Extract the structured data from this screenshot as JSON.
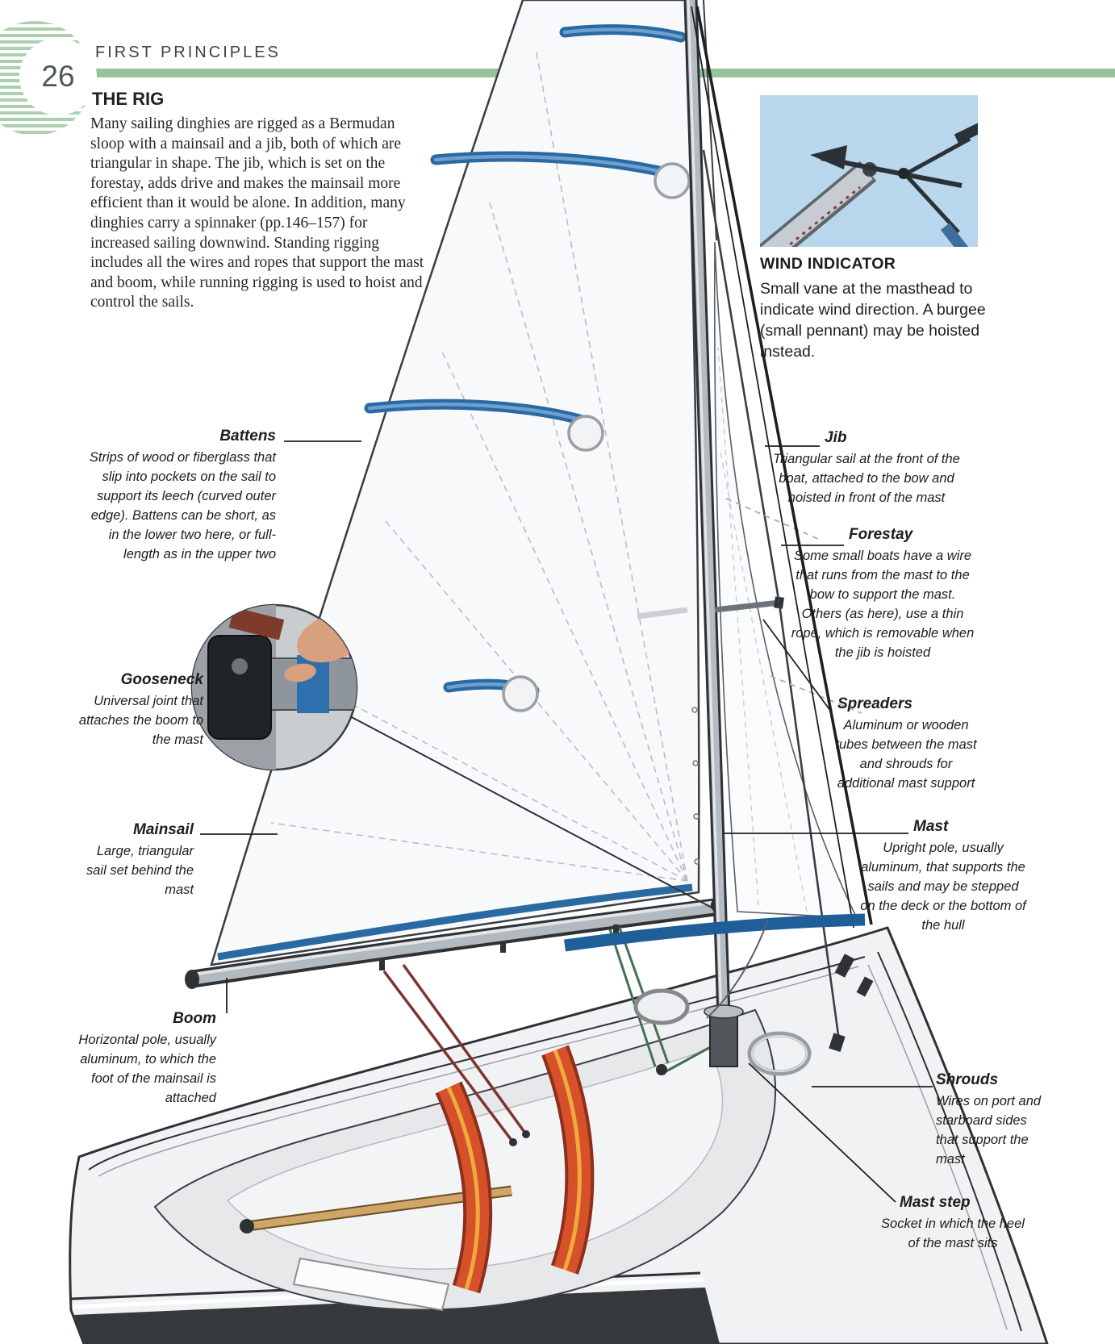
{
  "page": {
    "number": "26",
    "section": "FIRST PRINCIPLES"
  },
  "intro": {
    "heading": "THE RIG",
    "body": "Many sailing dinghies are rigged as a Bermudan sloop with a mainsail and a jib, both of which are triangular in shape. The jib, which is set on the forestay, adds drive and makes the mainsail more efficient than it would be alone. In addition, many dinghies carry a spinnaker (pp.146–157) for increased sailing downwind. Standing rigging includes all the wires and ropes that support the mast and boom, while running rigging is used to hoist and control the sails."
  },
  "wind_indicator": {
    "heading": "WIND INDICATOR",
    "body": "Small vane at the masthead to indicate wind direction. A burgee (small pennant) may be hoisted instead."
  },
  "callouts": {
    "battens": {
      "title": "Battens",
      "body": "Strips of wood or fiberglass that slip into pockets on the sail to support its leech (curved outer edge). Battens can be short, as in the lower two here, or full-length as in the upper two"
    },
    "gooseneck": {
      "title": "Gooseneck",
      "body": "Universal joint that attaches the boom to the mast"
    },
    "mainsail": {
      "title": "Mainsail",
      "body": "Large, triangular sail set behind the mast"
    },
    "boom": {
      "title": "Boom",
      "body": "Horizontal pole, usually aluminum, to which the foot of the mainsail is attached"
    },
    "jib": {
      "title": "Jib",
      "body": "Triangular sail at the front of the boat, attached to the bow and hoisted in front of the mast"
    },
    "forestay": {
      "title": "Forestay",
      "body": "Some small boats have a wire that runs from the mast to the bow to support the mast. Others (as here), use a thin rope, which is removable when the jib is hoisted"
    },
    "spreaders": {
      "title": "Spreaders",
      "body": "Aluminum or wooden tubes between the mast and shrouds for additional mast support"
    },
    "mast": {
      "title": "Mast",
      "body": "Upright pole, usually aluminum, that supports the sails and may be stepped on the deck or the bottom of the hull"
    },
    "shrouds": {
      "title": "Shrouds",
      "body": "Wires on port and starboard sides that support the mast"
    },
    "mast_step": {
      "title": "Mast step",
      "body": "Socket in which the heel of the mast sits"
    }
  },
  "colors": {
    "header_green": "#96c39a",
    "batten_blue": "#2b69a3",
    "jib_foot_blue": "#1f5e99",
    "sky_blue": "#b9d7ec",
    "strap_red": "#d6502a",
    "hull_gray": "#f1f2f3"
  }
}
